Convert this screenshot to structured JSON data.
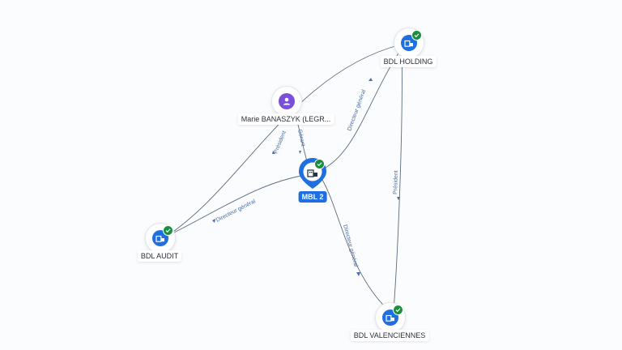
{
  "colors": {
    "company": "#1f6fe0",
    "person": "#7b4fd9",
    "verified": "#1c8f3e",
    "edge": "#5b6b80",
    "edge_label": "#4a6fa5"
  },
  "nodes": [
    {
      "id": "mbl2",
      "label": "MBL 2",
      "kind": "company-main",
      "icon": "building-icon",
      "verified": true
    },
    {
      "id": "bdl_holding",
      "label": "BDL HOLDING",
      "kind": "company",
      "icon": "building-icon",
      "verified": true
    },
    {
      "id": "marie",
      "label": "Marie BANASZYK (LEGR...",
      "kind": "person",
      "icon": "person-icon",
      "verified": false
    },
    {
      "id": "bdl_audit",
      "label": "BDL AUDIT",
      "kind": "company",
      "icon": "building-icon",
      "verified": true
    },
    {
      "id": "bdl_valenciennes",
      "label": "BDL VALENCIENNES",
      "kind": "company",
      "icon": "building-icon",
      "verified": true
    }
  ],
  "edges": [
    {
      "id": "e1",
      "from": "marie",
      "to": "mbl2",
      "label": "Gérant"
    },
    {
      "id": "e2",
      "from": "marie",
      "to": "bdl_audit",
      "label": "Président"
    },
    {
      "id": "e3",
      "from": "mbl2",
      "to": "bdl_holding",
      "label": "Directeur général"
    },
    {
      "id": "e4",
      "from": "mbl2",
      "to": "bdl_audit",
      "label": "Directeur général"
    },
    {
      "id": "e5",
      "from": "mbl2",
      "to": "bdl_valenciennes",
      "label": "Directeur général"
    },
    {
      "id": "e6",
      "from": "bdl_holding",
      "to": "bdl_valenciennes",
      "label": "Président"
    },
    {
      "id": "e7",
      "from": "bdl_holding",
      "to": "bdl_audit",
      "label": ""
    }
  ]
}
